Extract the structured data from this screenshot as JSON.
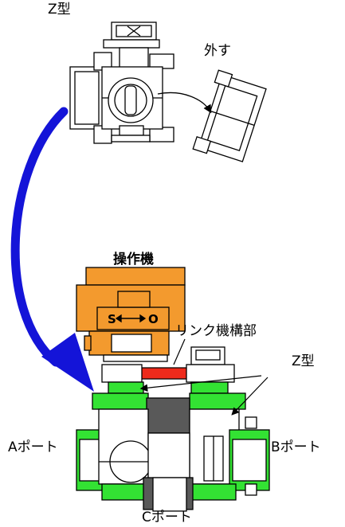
{
  "labels": {
    "z_type_top": "Z型",
    "remove": "外す",
    "actuator": "操作機",
    "link_mechanism": "リンク機構部",
    "z_type_right": "Z型",
    "port_a": "Aポート",
    "port_b": "Bポート",
    "port_c": "Cポート",
    "dial_s": "S",
    "dial_o": "O"
  },
  "colors": {
    "actuator": "#f39a2e",
    "flange": "#33e233",
    "link": "#ee2a1b",
    "arrow": "#1414d8",
    "body_gray": "#595959",
    "line": "#000000"
  }
}
